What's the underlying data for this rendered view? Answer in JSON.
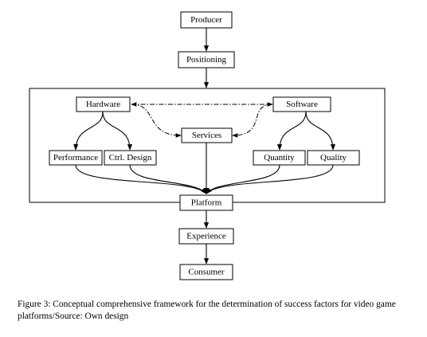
{
  "diagram": {
    "nodes": {
      "producer": "Producer",
      "positioning": "Positioning",
      "hardware": "Hardware",
      "software": "Software",
      "services": "Services",
      "performance": "Performance",
      "ctrl_design": "Ctrl. Design",
      "quantity": "Quantity",
      "quality": "Quality",
      "platform": "Platform",
      "experience": "Experience",
      "consumer": "Consumer"
    },
    "edges": [
      {
        "from": "producer",
        "to": "positioning",
        "style": "solid"
      },
      {
        "from": "positioning",
        "to": "framework",
        "style": "solid"
      },
      {
        "from": "hardware",
        "to": "software",
        "style": "dash-dot",
        "bidirectional": true
      },
      {
        "from": "hardware",
        "to": "services",
        "style": "dash-dot"
      },
      {
        "from": "software",
        "to": "services",
        "style": "dash-dot"
      },
      {
        "from": "hardware",
        "to": "performance",
        "style": "solid"
      },
      {
        "from": "hardware",
        "to": "ctrl_design",
        "style": "solid"
      },
      {
        "from": "software",
        "to": "quantity",
        "style": "solid"
      },
      {
        "from": "software",
        "to": "quality",
        "style": "solid"
      },
      {
        "from": "performance",
        "to": "platform",
        "style": "solid"
      },
      {
        "from": "ctrl_design",
        "to": "platform",
        "style": "solid"
      },
      {
        "from": "services",
        "to": "platform",
        "style": "solid"
      },
      {
        "from": "quantity",
        "to": "platform",
        "style": "solid"
      },
      {
        "from": "quality",
        "to": "platform",
        "style": "solid"
      },
      {
        "from": "platform",
        "to": "experience",
        "style": "solid"
      },
      {
        "from": "experience",
        "to": "consumer",
        "style": "solid"
      }
    ]
  },
  "caption": "Figure 3: Conceptual comprehensive framework for the determination of success factors for video game platforms/Source: Own design"
}
